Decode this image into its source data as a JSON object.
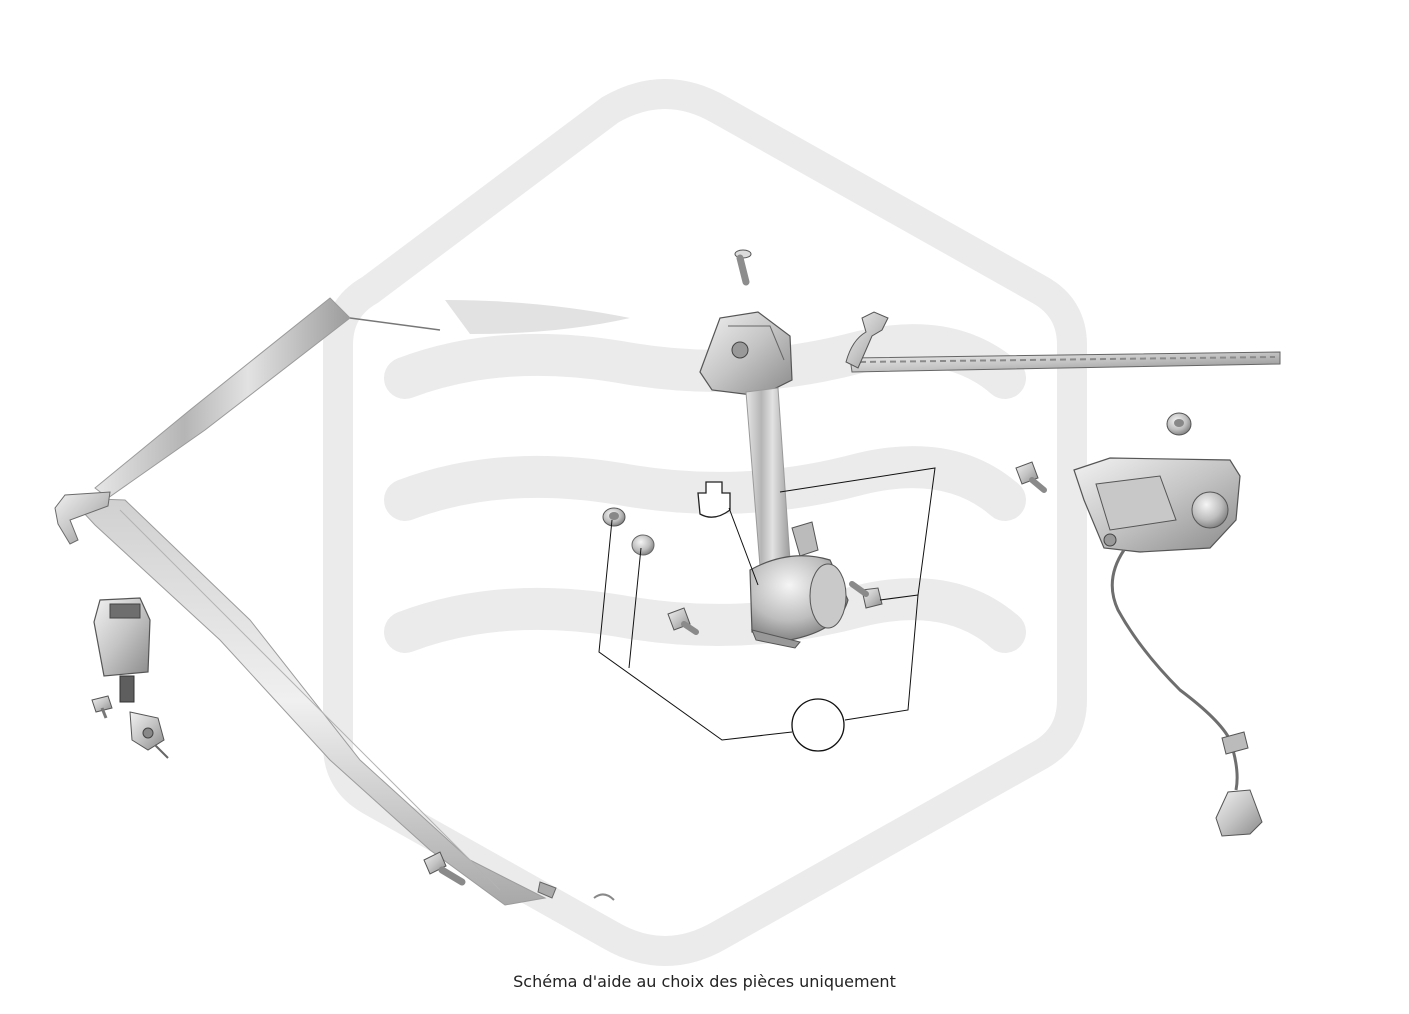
{
  "caption": "Schéma d'aide au choix des pièces uniquement",
  "colors": {
    "background": "#ffffff",
    "watermark": "#ebebeb",
    "part_light": "#dcdcdc",
    "part_mid": "#bdbdbd",
    "part_dark": "#7a7a7a",
    "leader_line": "#111111"
  },
  "parts": [
    "belt-webbing",
    "buckle",
    "upper-anchor-bolt",
    "d-ring-guide",
    "seat-belt-retractor",
    "height-adjuster-rail",
    "pretensioner",
    "pretensioner-cable",
    "mounting-bolts",
    "cap-nuts",
    "label-plate"
  ],
  "callouts": [
    {
      "label": ""
    }
  ]
}
